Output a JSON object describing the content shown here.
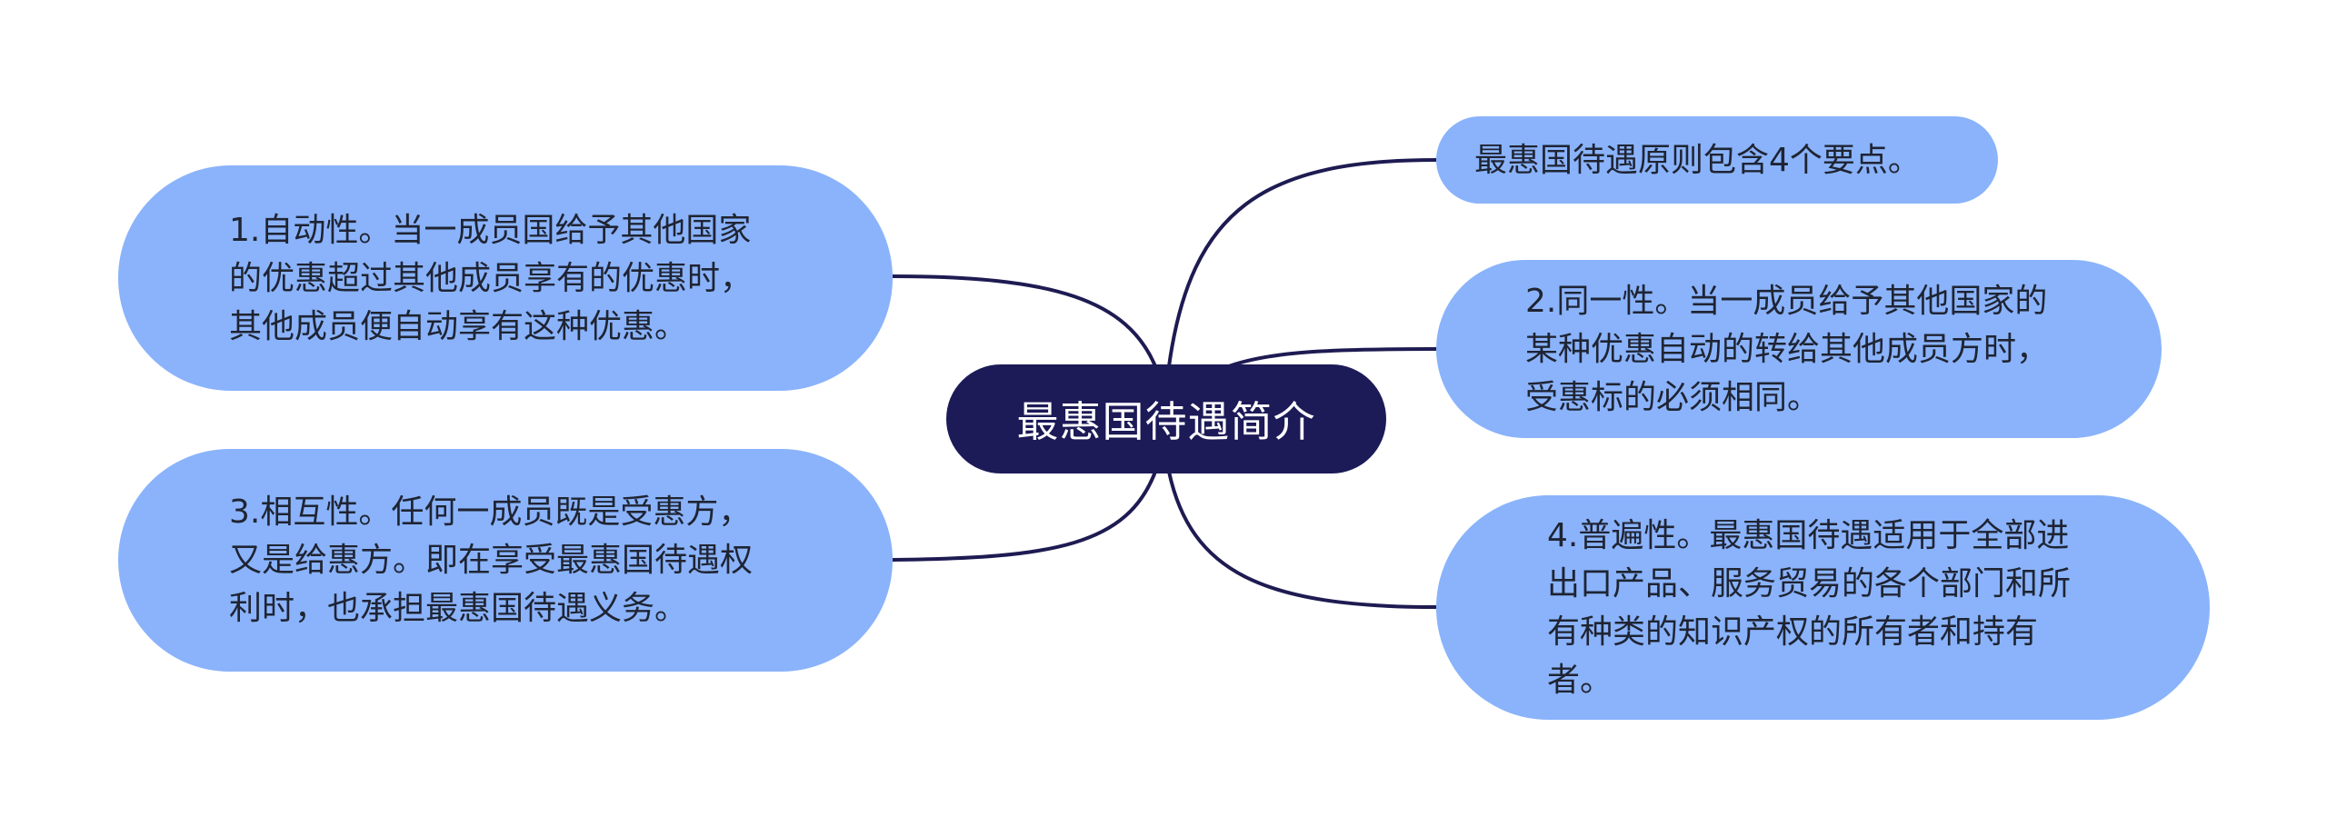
{
  "diagram": {
    "center": {
      "label": "最惠国待遇简介"
    },
    "left_nodes": [
      {
        "id": "left-1",
        "text": "1.自动性。当一成员国给予其他国家的优惠超过其他成员享有的优惠时，其他成员便自动享有这种优惠。"
      },
      {
        "id": "left-2",
        "text": "3.相互性。任何一成员既是受惠方，又是给惠方。即在享受最惠国待遇权利时，也承担最惠国待遇义务。"
      }
    ],
    "right_nodes": [
      {
        "id": "right-1",
        "text": "最惠国待遇原则包含4个要点。"
      },
      {
        "id": "right-2",
        "text": "2.同一性。当一成员给予其他国家的某种优惠自动的转给其他成员方时，受惠标的必须相同。"
      },
      {
        "id": "right-3",
        "text": "4.普遍性。最惠国待遇适用于全部进出口产品、服务贸易的各个部门和所有种类的知识产权的所有者和持有者。"
      }
    ],
    "colors": {
      "center_fill": "#1c1a57",
      "node_fill": "#8ab3fb",
      "connector": "#1e1b52",
      "center_text": "#ffffff",
      "node_text": "#1f2433"
    }
  }
}
